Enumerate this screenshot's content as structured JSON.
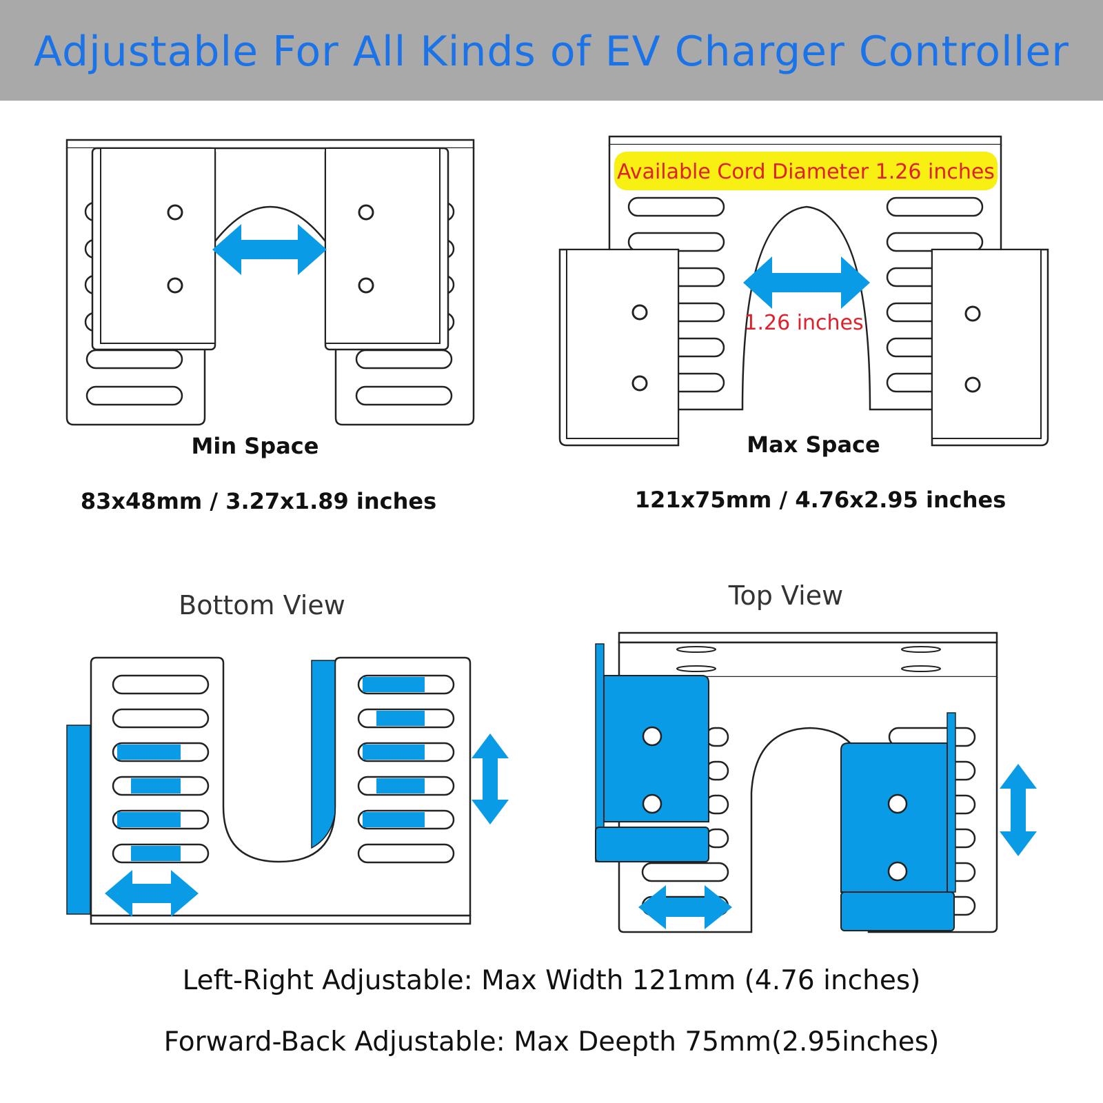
{
  "header": {
    "title": "Adjustable For All Kinds of EV Charger Controller"
  },
  "min_space": {
    "title": "Min Space",
    "dimensions": "83x48mm / 3.27x1.89 inches"
  },
  "max_space": {
    "title": "Max Space",
    "dimensions": "121x75mm / 4.76x2.95 inches",
    "cord_note": "Available Cord Diameter 1.26 inches",
    "gap_label": "1.26 inches"
  },
  "views": {
    "bottom": "Bottom View",
    "top": "Top View"
  },
  "footer": {
    "left_right": "Left-Right Adjustable: Max Width 121mm (4.76 inches)",
    "forward_back": "Forward-Back Adjustable: Max Deepth 75mm(2.95inches)"
  },
  "colors": {
    "accent": "#0a9be6",
    "title_blue": "#1a73e8",
    "highlight": "#f7f012",
    "note_red": "#e0202a",
    "banner": "#a9a9a9"
  }
}
